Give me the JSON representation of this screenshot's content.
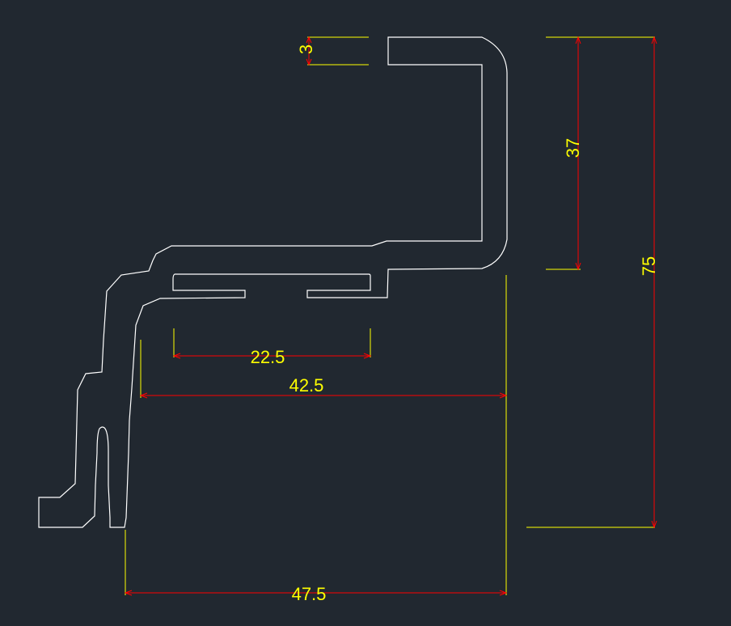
{
  "colors": {
    "background": "#212830",
    "profile": "#ffffff",
    "extension_line": "#ffff00",
    "dimension_line": "#ff0000",
    "dimension_text": "#ffff00"
  },
  "dimensions": {
    "lip_thickness": "3",
    "upper_height": "37",
    "total_height": "75",
    "slot_width": "22.5",
    "inner_width": "42.5",
    "overall_width": "47.5"
  }
}
